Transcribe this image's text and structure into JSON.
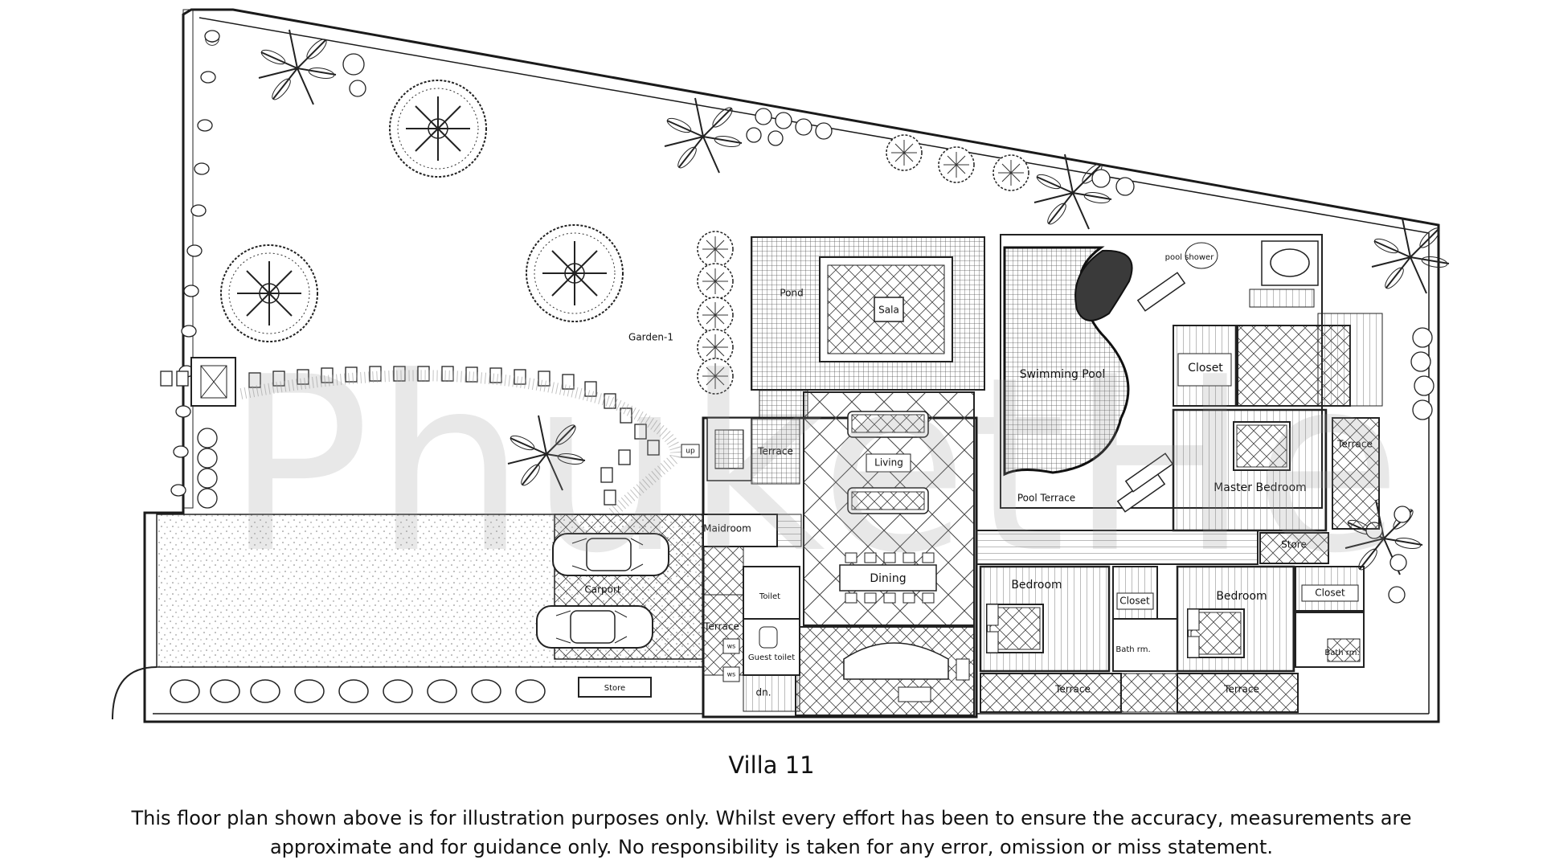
{
  "title": "Villa 11",
  "watermark": "PhuketHe",
  "disclaimer": "This floor plan shown above is for illustration purposes only. Whilst every effort has been to ensure the accuracy, measurements are approximate and for guidance only. No responsibility is taken for any error, omission or miss statement.",
  "labels": {
    "garden": "Garden-1",
    "pond": "Pond",
    "sala": "Sala",
    "terrace_entry": "Terrace",
    "up": "up",
    "living": "Living",
    "dining": "Dining",
    "swimming_pool": "Swimming Pool",
    "pool_terrace": "Pool Terrace",
    "pool_shower": "pool shower",
    "master_closet": "Closet",
    "master_bedroom": "Master Bedroom",
    "terrace_master": "Terrace",
    "store_master": "Store",
    "maid_room": "Maidroom",
    "carport": "Carport",
    "toilet": "Toilet",
    "terrace_service": "Terrace",
    "ws1": "ws",
    "ws2": "ws",
    "guest_toilet": "Guest toilet",
    "dn": "dn.",
    "store_car": "Store",
    "bedroom1": "Bedroom",
    "closet1": "Closet",
    "bathrm1": "Bath rm.",
    "terrace1": "Terrace",
    "bedroom2": "Bedroom",
    "closet2": "Closet",
    "bathrm2": "Bath rm.",
    "terrace2": "Terrace"
  },
  "colors": {
    "line": "#1a1a1a",
    "pool": "#3a3a3a",
    "hatch": "#555555",
    "gravel": "#8a8a8a"
  }
}
